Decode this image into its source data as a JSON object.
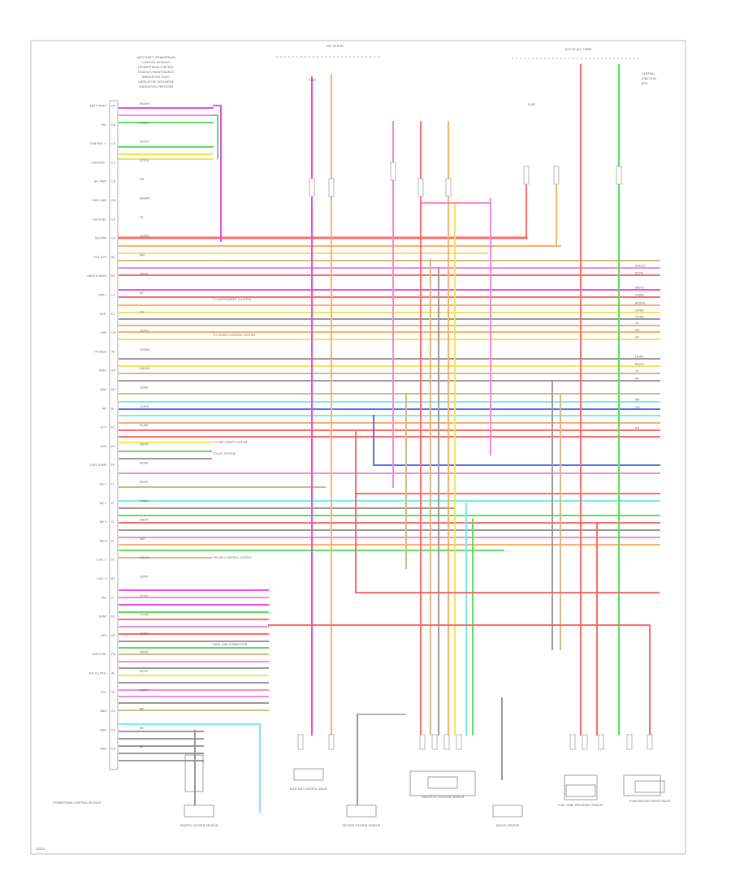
{
  "header": {
    "pcm_heading": [
      "ANTI-THEFT (POWERTRAIN",
      "CONTROL MODULE)",
      "(POWERTRAIN CONTROL",
      "MODULE) MAINTENANCE",
      "(INDICATOR) LIGHT",
      "(INDICATOR) RECHARGE",
      "(INDICATOR) PRESSURE"
    ],
    "hot_in_run": "HOT IN RUN",
    "hot_at_all_times": "HOT AT ALL TIMES",
    "fuse_label": "FUSE",
    "central_junction": [
      "CENTRAL",
      "JUNCTION",
      "BOX"
    ]
  },
  "left_connector": {
    "name": "POWERTRAIN CONTROL MODULE",
    "pins": [
      {
        "label": "ANTI-THEFT",
        "wire": "BK/WH",
        "code": "CA"
      },
      {
        "label": "MIL",
        "wire": "VT/BK",
        "code": "CB"
      },
      {
        "label": "CAN BUS +",
        "wire": "GY/OG",
        "code": "C4"
      },
      {
        "label": "CAN BUS -",
        "wire": "VT/OG",
        "code": "C5"
      },
      {
        "label": "B+ PWR",
        "wire": "RD",
        "code": "CD"
      },
      {
        "label": "PWR GND",
        "wire": "BK/WH",
        "code": "GD"
      },
      {
        "label": "IGN FUEL",
        "wire": "YE",
        "code": "CK"
      },
      {
        "label": "SIG RTN",
        "wire": "GY/RD",
        "code": "CH"
      },
      {
        "label": "O2S HTR",
        "wire": "WH",
        "code": "SH"
      },
      {
        "label": "KNOCK SNSR",
        "wire": "BN/YE",
        "code": "KS"
      },
      {
        "label": "CKP+",
        "wire": "GY",
        "code": "C1"
      },
      {
        "label": "CKP-",
        "wire": "DG",
        "code": "C2"
      },
      {
        "label": "CMP",
        "wire": "LB/OG",
        "code": "CM"
      },
      {
        "label": "TP SNSR",
        "wire": "GY/WH",
        "code": "TP"
      },
      {
        "label": "VREF",
        "wire": "BN/WH",
        "code": "VR"
      },
      {
        "label": "MAF",
        "wire": "LB/RD",
        "code": "MF"
      },
      {
        "label": "IAT",
        "wire": "LG/RD",
        "code": "IA"
      },
      {
        "label": "ECT",
        "wire": "YE/BK",
        "code": "EC"
      },
      {
        "label": "EGR",
        "wire": "BN/PK",
        "code": "EG"
      },
      {
        "label": "FUEL PUMP",
        "wire": "PK/BK",
        "code": "FP"
      },
      {
        "label": "INJ 1",
        "wire": "BK/YE",
        "code": "I1"
      },
      {
        "label": "INJ 2",
        "wire": "TN/BK",
        "code": "I2"
      },
      {
        "label": "INJ 3",
        "wire": "BN/YE",
        "code": "I3"
      },
      {
        "label": "INJ 4",
        "wire": "WH",
        "code": "I4"
      },
      {
        "label": "COIL 1",
        "wire": "RD/LG",
        "code": "K1"
      },
      {
        "label": "COIL 2",
        "wire": "LB/PK",
        "code": "K2"
      },
      {
        "label": "IAC",
        "wire": "VT/LG",
        "code": "IC"
      },
      {
        "label": "EVAP",
        "wire": "OG/BK",
        "code": "EV"
      },
      {
        "label": "VSS",
        "wire": "GY/BK",
        "code": "VS"
      },
      {
        "label": "FAN CTRL",
        "wire": "TN/YE",
        "code": "FN"
      },
      {
        "label": "A/C CLUTCH",
        "wire": "PK/YE",
        "code": "AC"
      },
      {
        "label": "TCC",
        "wire": "BN/PK",
        "code": "TC"
      },
      {
        "label": "GND",
        "wire": "BK",
        "code": "G1"
      },
      {
        "label": "GND",
        "wire": "BK",
        "code": "G2"
      },
      {
        "label": "GND",
        "wire": "BK",
        "code": "G3"
      }
    ]
  },
  "annotations": [
    "TO SPEED CONTROL SYSTEM",
    "TO INSTRUMENT CLUSTER",
    "TO ANTI-THEFT SYSTEM",
    "TO A/C SYSTEM",
    "CRUISE CONTROL SYSTEM",
    "DATA LINK CONNECTOR"
  ],
  "bottom_components": [
    {
      "label": "HEATED OXYGEN SENSOR"
    },
    {
      "label": "IDLE AIR CONTROL VALVE"
    },
    {
      "label": "HEATED OXYGEN SENSOR"
    },
    {
      "label": "THROTTLE POSITION SENSOR"
    },
    {
      "label": "KNOCK SENSOR"
    },
    {
      "label": "FUEL TANK PRESSURE SENSOR"
    },
    {
      "label": "EVAPORATIVE PURGE VALVE"
    }
  ],
  "right_labels": [
    "WH/GY",
    "BK/YE",
    "BN/YE",
    "TN/BK",
    "BK/WH",
    "GY/BK",
    "LB/RD",
    "YE",
    "DG",
    "GY",
    "LB/PK",
    "RD/LG",
    "VT",
    "PK",
    "BN",
    "OG",
    "RD"
  ],
  "footer_code": "ZZZ01",
  "colors": {
    "red": "#ff6b6b",
    "pink": "#f78ad6",
    "magenta": "#e84de8",
    "orange": "#ffb068",
    "green": "#5fdc5f",
    "yellow": "#f2e35c",
    "cyan": "#7fe8f0",
    "blue": "#5a6cf0",
    "grey": "#9a9a9a",
    "tan": "#d6b98a"
  }
}
